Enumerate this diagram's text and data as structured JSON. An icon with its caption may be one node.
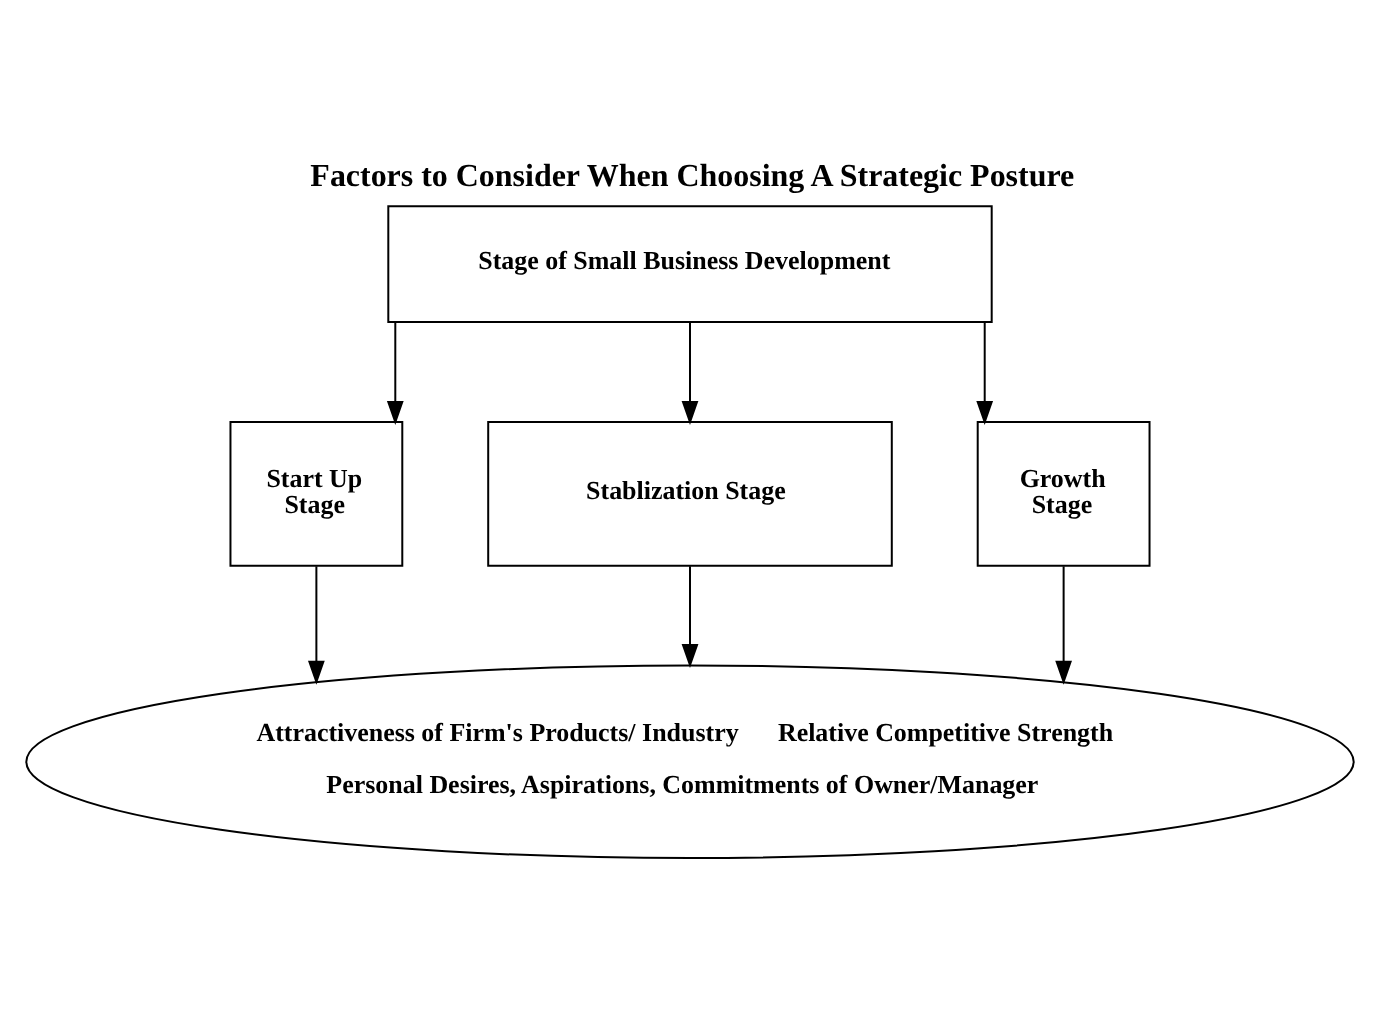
{
  "diagram": {
    "title": "Factors to Consider When Choosing A Strategic Posture",
    "nodes": [
      {
        "text": [
          "Stage of Small Business Development"
        ]
      },
      {
        "text": [
          "Start Up Stage"
        ]
      },
      {
        "text": [
          "Stablization Stage"
        ]
      },
      {
        "text": [
          "Growth Stage"
        ]
      },
      {
        "text": [
          "Attractiveness of Firm's Products/ Industry",
          "Relative Competitive Strength",
          "Personal Desires, Aspirations, Commitments of Owner/Manager"
        ]
      }
    ],
    "edges": [
      {
        "from": 0,
        "to": 1,
        "arrow": "to"
      },
      {
        "from": 0,
        "to": 2,
        "arrow": "to"
      },
      {
        "from": 0,
        "to": 3,
        "arrow": "to"
      },
      {
        "from": 1,
        "to": 4,
        "arrow": "to"
      },
      {
        "from": 2,
        "to": 4,
        "arrow": "to"
      },
      {
        "from": 3,
        "to": 4,
        "arrow": "to"
      }
    ]
  }
}
